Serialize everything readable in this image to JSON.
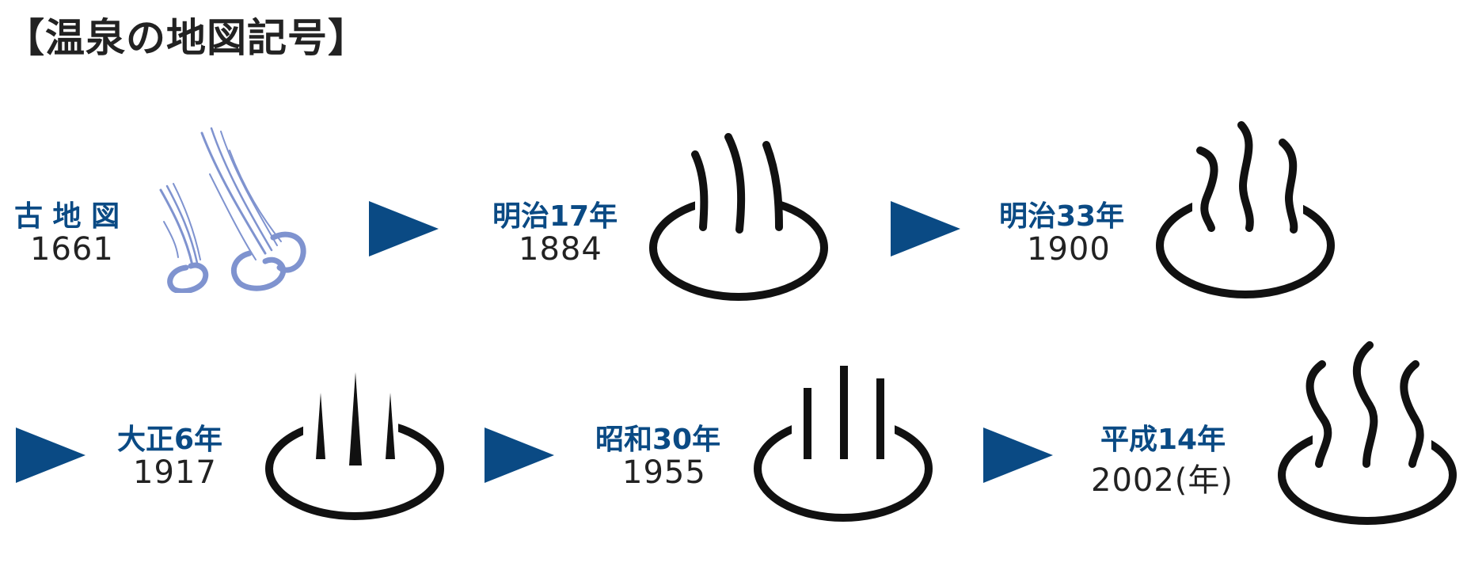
{
  "title": "【温泉の地図記号】",
  "colors": {
    "era_text": "#0a4a84",
    "arrow": "#0a4a84",
    "symbol": "#111111",
    "old_map_symbol": "#7f93cf"
  },
  "timeline": [
    {
      "era": "古 地 図",
      "year": "1661",
      "symbol_icon": "old-map-steam-icon"
    },
    {
      "era": "明治17年",
      "year": "1884",
      "symbol_icon": "hot-spring-1884-icon"
    },
    {
      "era": "明治33年",
      "year": "1900",
      "symbol_icon": "hot-spring-1900-icon"
    },
    {
      "era": "大正6年",
      "year": "1917",
      "symbol_icon": "hot-spring-1917-icon"
    },
    {
      "era": "昭和30年",
      "year": "1955",
      "symbol_icon": "hot-spring-1955-icon"
    },
    {
      "era": "平成14年",
      "year": "2002(年)",
      "symbol_icon": "hot-spring-2002-icon"
    }
  ]
}
